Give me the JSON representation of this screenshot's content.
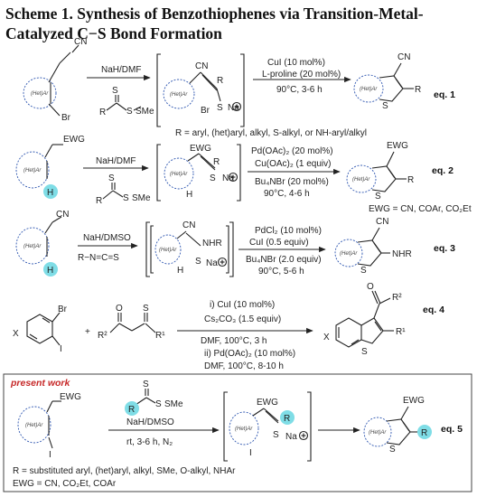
{
  "title": "Scheme 1. Synthesis of Benzothiophenes via Transition-Metal-Catalyzed C−S Bond Formation",
  "atoms": {
    "cn": "CN",
    "br": "Br",
    "ewg": "EWG",
    "s": "S",
    "na": "Na",
    "h": "H",
    "r": "R",
    "r1": "R¹",
    "r2": "R²",
    "sme": "SMe",
    "nhr": "NHR",
    "x": "X",
    "i": "I",
    "o": "O",
    "hetar": "(Het)Ar",
    "plus": "+"
  },
  "eq1": {
    "reagent": "NaH/DMF",
    "cond1": "CuI (10 mol%)",
    "cond2": "L-proline (20 mol%)",
    "cond3": "90°C, 3-6 h",
    "label": "eq. 1",
    "r_def": "R = aryl, (het)aryl, alkyl, S-alkyl, or NH-aryl/alkyl"
  },
  "eq2": {
    "reagent": "NaH/DMF",
    "cond1": "Pd(OAc)₂ (20 mol%)",
    "cond2": "Cu(OAc)₂ (1 equiv)",
    "cond3": "Bu₄NBr (20 mol%)",
    "cond4": "90°C, 4-6 h",
    "label": "eq. 2",
    "ewg_def": "EWG = CN, COAr, CO₂Et"
  },
  "eq3": {
    "reagent": "NaH/DMSO",
    "isothiocyanate": "R−N=C=S",
    "cond1": "PdCl₂ (10 mol%)",
    "cond2": "CuI (0.5 equiv)",
    "cond3": "Bu₄NBr (2.0 equiv)",
    "cond4": "90°C, 5-6 h",
    "label": "eq. 3"
  },
  "eq4": {
    "cond1": "i) CuI (10 mol%)",
    "cond2": "Cs₂CO₃ (1.5 equiv)",
    "cond3": "DMF, 100°C, 3 h",
    "cond4": "ii) Pd(OAc)₂ (10 mol%)",
    "cond5": "DMF, 100°C, 8-10 h",
    "label": "eq. 4"
  },
  "eq5": {
    "heading": "present work",
    "reagent": "NaH/DMSO",
    "cond": "rt, 3-6 h, N₂",
    "label": "eq. 5",
    "r_def": "R = substituted aryl, (het)aryl, alkyl, SMe, O-alkyl, NHAr",
    "ewg_def": "EWG = CN, CO₂Et, COAr"
  },
  "colors": {
    "bond": "#222222",
    "hetaryl_ring": "#2e56b0",
    "highlight": "#7fdde6",
    "present_work": "#c62828"
  }
}
